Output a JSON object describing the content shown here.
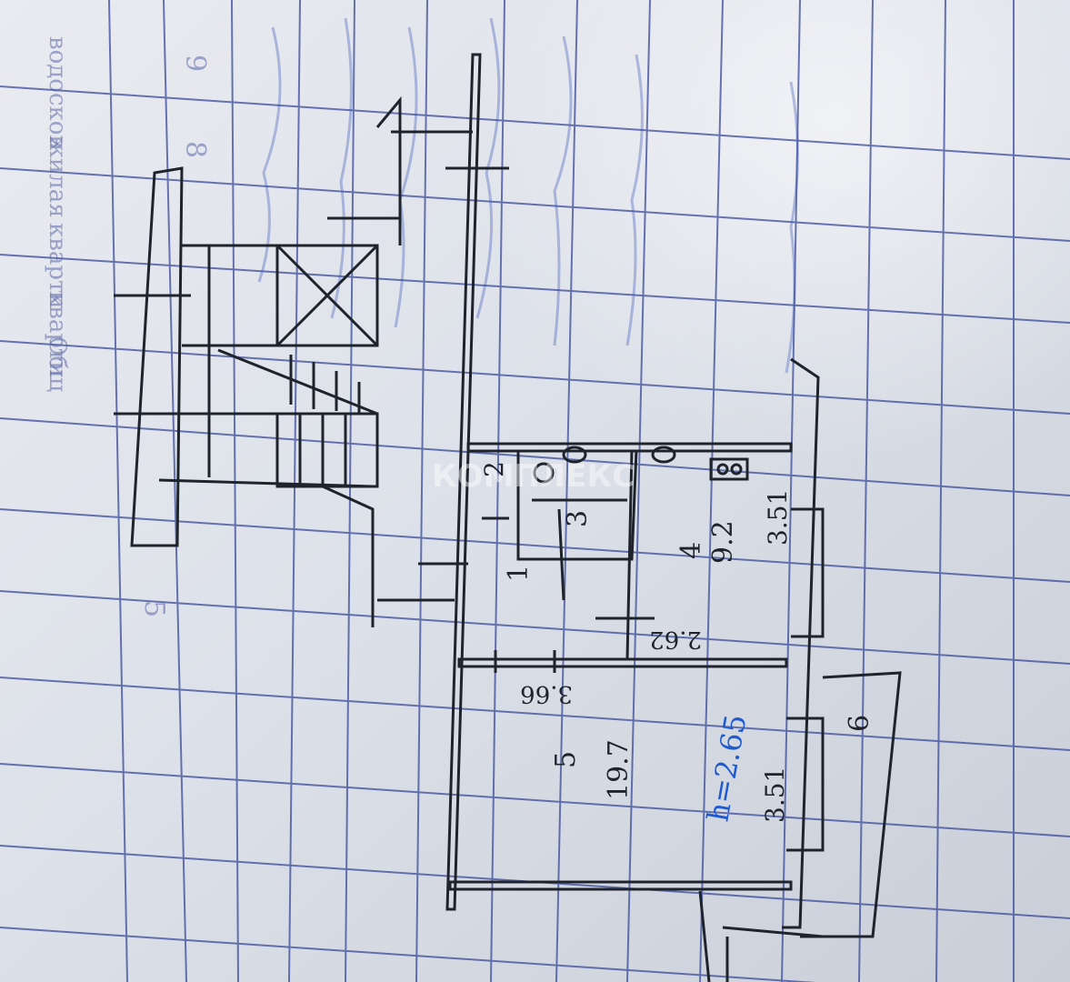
{
  "table_fragments": [
    "водосков",
    "жилая",
    "кварти",
    "кварти",
    "Общ"
  ],
  "table_column_numbers": [
    "9",
    "8",
    "5"
  ],
  "rooms": [
    {
      "number": "1"
    },
    {
      "number": "2"
    },
    {
      "number": "3"
    },
    {
      "number": "4",
      "area": "9.2"
    },
    {
      "number": "5",
      "area": "19.7"
    },
    {
      "number": "6"
    }
  ],
  "dimensions": [
    "3.51",
    "3.51",
    "2.62",
    "3.66"
  ],
  "ceiling_height": "h=2.65",
  "watermark_text": "КОМПЛЕКС"
}
